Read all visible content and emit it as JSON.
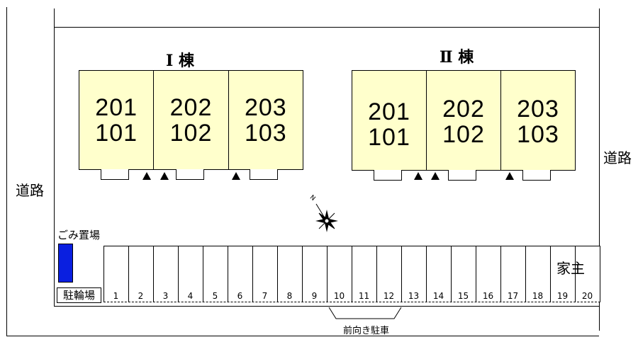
{
  "roads": {
    "left": "道路",
    "right": "道路"
  },
  "buildings": [
    {
      "title": "Ⅰ 棟",
      "units": [
        {
          "upper": "201",
          "lower": "101"
        },
        {
          "upper": "202",
          "lower": "102"
        },
        {
          "upper": "203",
          "lower": "103"
        }
      ]
    },
    {
      "title": "Ⅱ 棟",
      "units": [
        {
          "upper": "201",
          "lower": "101"
        },
        {
          "upper": "202",
          "lower": "102"
        },
        {
          "upper": "203",
          "lower": "103"
        }
      ]
    }
  ],
  "compass": {
    "label": "N"
  },
  "garbage": {
    "label": "ごみ置場",
    "color": "#0a1fe0"
  },
  "bicycle_parking": {
    "label": "駐輪場"
  },
  "parking": {
    "spaces": [
      "1",
      "2",
      "3",
      "4",
      "5",
      "6",
      "7",
      "8",
      "9",
      "10",
      "11",
      "12",
      "13",
      "14",
      "15",
      "16",
      "17",
      "18",
      "19",
      "20"
    ],
    "owner_label": "家主",
    "front_label": "前向き駐車"
  },
  "colors": {
    "building_fill": "#ffffcc"
  }
}
